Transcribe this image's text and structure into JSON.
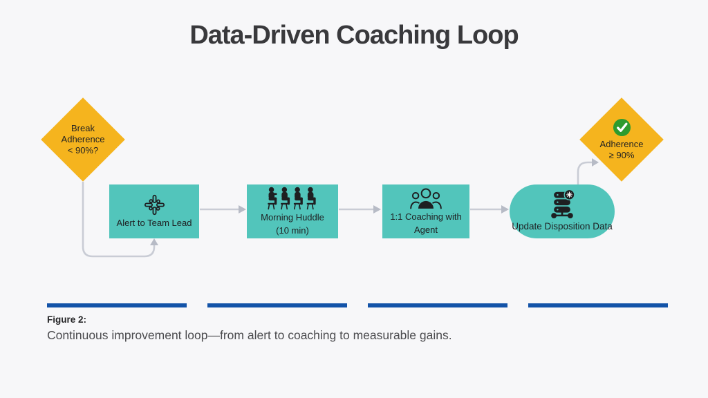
{
  "title": "Data-Driven Coaching Loop",
  "flow": {
    "start_decision": {
      "line1": "Break",
      "line2": "Adherence",
      "line3": "< 90%?"
    },
    "steps": [
      {
        "label": "Alert to Team Lead",
        "icon": "slack-icon"
      },
      {
        "line1": "Morning Huddle",
        "line2": "(10 min)",
        "icon": "huddle-icon"
      },
      {
        "line1": "1:1 Coaching with",
        "line2": "Agent",
        "icon": "people-group-icon"
      },
      {
        "label": "Update Disposition Data",
        "icon": "database-icon"
      }
    ],
    "end_decision": {
      "line1": "Adherence",
      "line2": "≥ 90%",
      "icon": "check-icon"
    }
  },
  "figure": {
    "label": "Figure 2:",
    "caption": "Continuous improvement loop—from alert to coaching to measurable gains."
  },
  "colors": {
    "teal": "#52C5BB",
    "amber": "#F5B41E",
    "divider_blue": "#1353A8",
    "arrow_gray": "#C9CCD5",
    "check_green": "#2E9B2E"
  }
}
